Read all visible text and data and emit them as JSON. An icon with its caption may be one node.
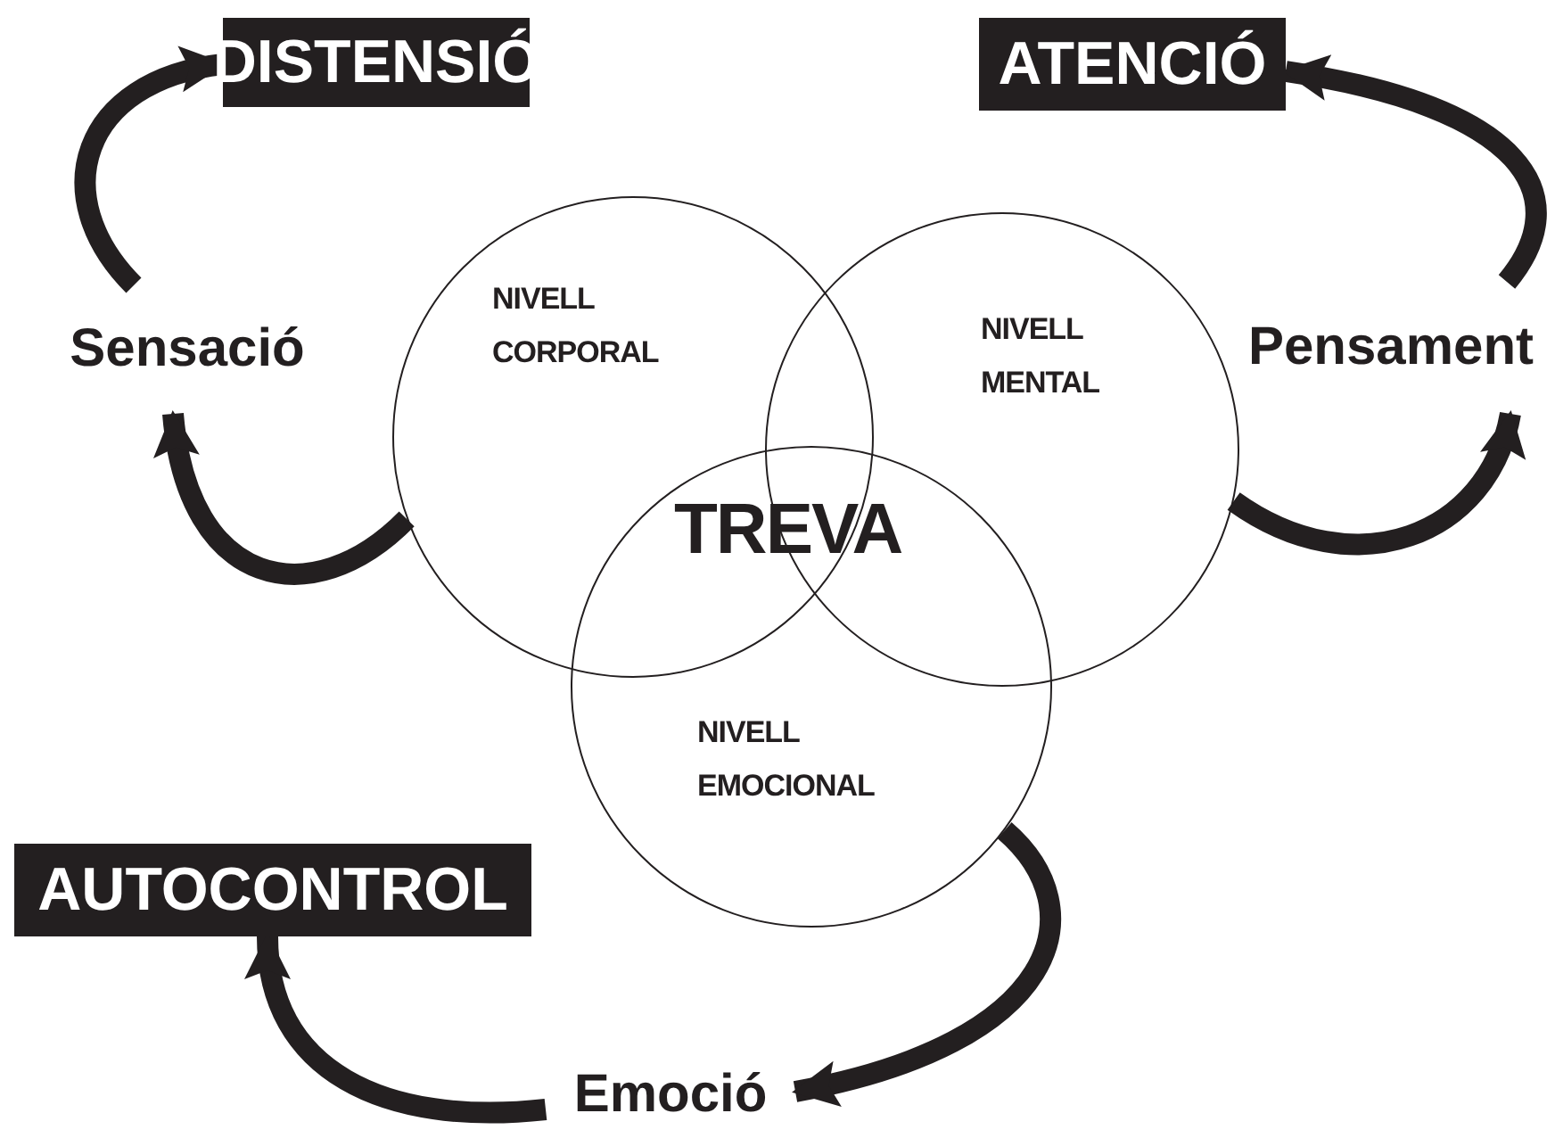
{
  "diagram": {
    "nodes": [
      {
        "text": [
          "DISTENSIÓ"
        ]
      },
      {
        "text": [
          "ATENCIÓ"
        ]
      },
      {
        "text": [
          "NIVELL CORPORAL"
        ]
      },
      {
        "text": [
          "NIVELL MENTAL"
        ]
      },
      {
        "text": [
          "NIVELL EMOCIONAL"
        ]
      },
      {
        "text": [
          "Sensació"
        ]
      },
      {
        "text": [
          "Pensament"
        ]
      },
      {
        "text": [
          "AUTOCONTROL"
        ]
      },
      {
        "text": [
          "Emoció"
        ]
      }
    ],
    "edges": [
      {
        "from": 2,
        "to": 5,
        "arrow": "to"
      },
      {
        "from": 5,
        "to": 0,
        "arrow": "to"
      },
      {
        "from": 3,
        "to": 6,
        "arrow": "to"
      },
      {
        "from": 6,
        "to": 1,
        "arrow": "to"
      },
      {
        "from": 4,
        "to": 8,
        "arrow": "to"
      },
      {
        "from": 8,
        "to": 7,
        "arrow": "to"
      }
    ],
    "labels": [
      "TREVA"
    ]
  }
}
